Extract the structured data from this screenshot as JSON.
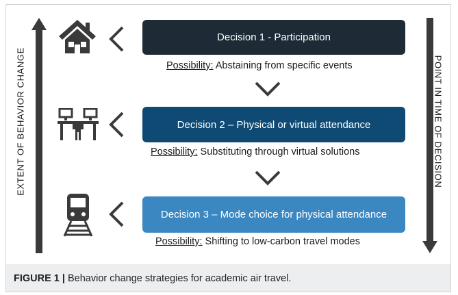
{
  "left_axis": {
    "label": "EXTENT OF BEHAVIOR CHANGE"
  },
  "right_axis": {
    "label": "POINT IN TIME OF DECISION"
  },
  "decisions": [
    {
      "title": "Decision 1 - Participation",
      "possibility_key": "Possibility:",
      "possibility_text": " Abstaining from specific events",
      "icon": "house-icon",
      "color": "#1e2b36"
    },
    {
      "title": "Decision 2 – Physical or virtual attendance",
      "possibility_key": "Possibility:",
      "possibility_text": " Substituting through virtual solutions",
      "icon": "meeting-table-icon",
      "color": "#0e4a73"
    },
    {
      "title": "Decision 3 – Mode choice for physical attendance",
      "possibility_key": "Possibility:",
      "possibility_text": " Shifting to low-carbon travel modes",
      "icon": "train-icon",
      "color": "#3b87c2"
    }
  ],
  "caption": {
    "label": "FIGURE 1 |",
    "text": " Behavior change strategies for academic air travel."
  }
}
